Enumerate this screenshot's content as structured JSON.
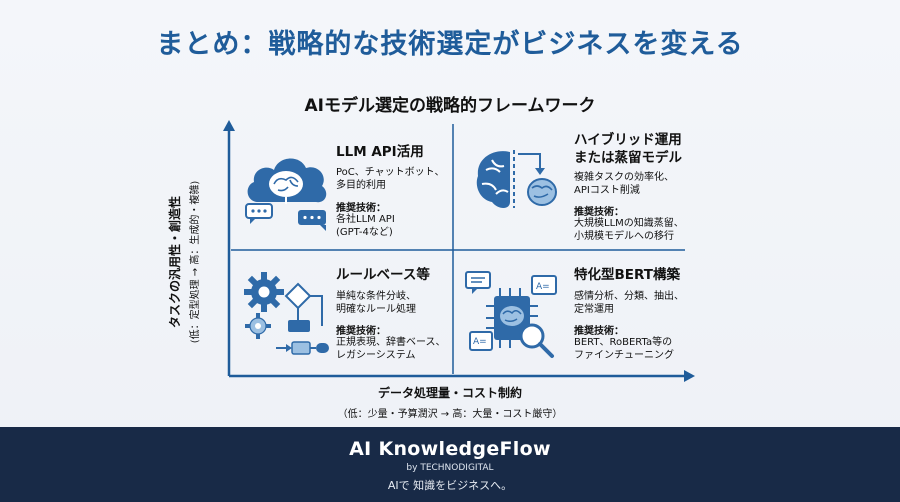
{
  "title": "まとめ：戦略的な技術選定がビジネスを変える",
  "framework_title": "AIモデル選定の戦略的フレームワーク",
  "y_axis": {
    "label": "タスクの汎用性・創造性",
    "sublabel": "(低：定型処理 → 高：生成的・複雑)"
  },
  "x_axis": {
    "label": "データ処理量・コスト制約",
    "sublabel": "（低：少量・予算潤沢 → 高：大量・コスト厳守）"
  },
  "quadrants": {
    "top_left": {
      "title": "LLM API活用",
      "desc": "PoC、チャットボット、\n多目的利用",
      "label": "推奨技術：",
      "tech": "各社LLM API\n(GPT-4など)",
      "icon": "cloud-brain-chat-icon"
    },
    "top_right": {
      "title_line1": "ハイブリッド運用",
      "title_line2": "または蒸留モデル",
      "desc": "複雑タスクの効率化、\nAPIコスト削減",
      "label": "推奨技術：",
      "tech": "大規模LLMの知識蒸留、\n小規模モデルへの移行",
      "icon": "brain-distillation-icon"
    },
    "bottom_left": {
      "title": "ルールベース等",
      "desc": "単純な条件分岐、\n明確なルール処理",
      "label": "推奨技術：",
      "tech": "正規表現、辞書ベース、\nレガシーシステム",
      "icon": "gears-flowchart-icon"
    },
    "bottom_right": {
      "title": "特化型BERT構築",
      "desc": "感情分析、分類、抽出、\n定常運用",
      "label": "推奨技術：",
      "tech": "BERT、RoBERTa等の\nファインチューニング",
      "icon": "chip-brain-search-icon"
    }
  },
  "footer": {
    "brand": "AI KnowledgeFlow",
    "by": "by TECHNODIGITAL",
    "tagline": "AIで 知識をビジネスへ。"
  },
  "colors": {
    "accent": "#1f5c9a",
    "axis": "#1f5c9a",
    "icon_primary": "#2f6aa8",
    "icon_light": "#9cc0e2",
    "footer_bg": "#182a47"
  }
}
